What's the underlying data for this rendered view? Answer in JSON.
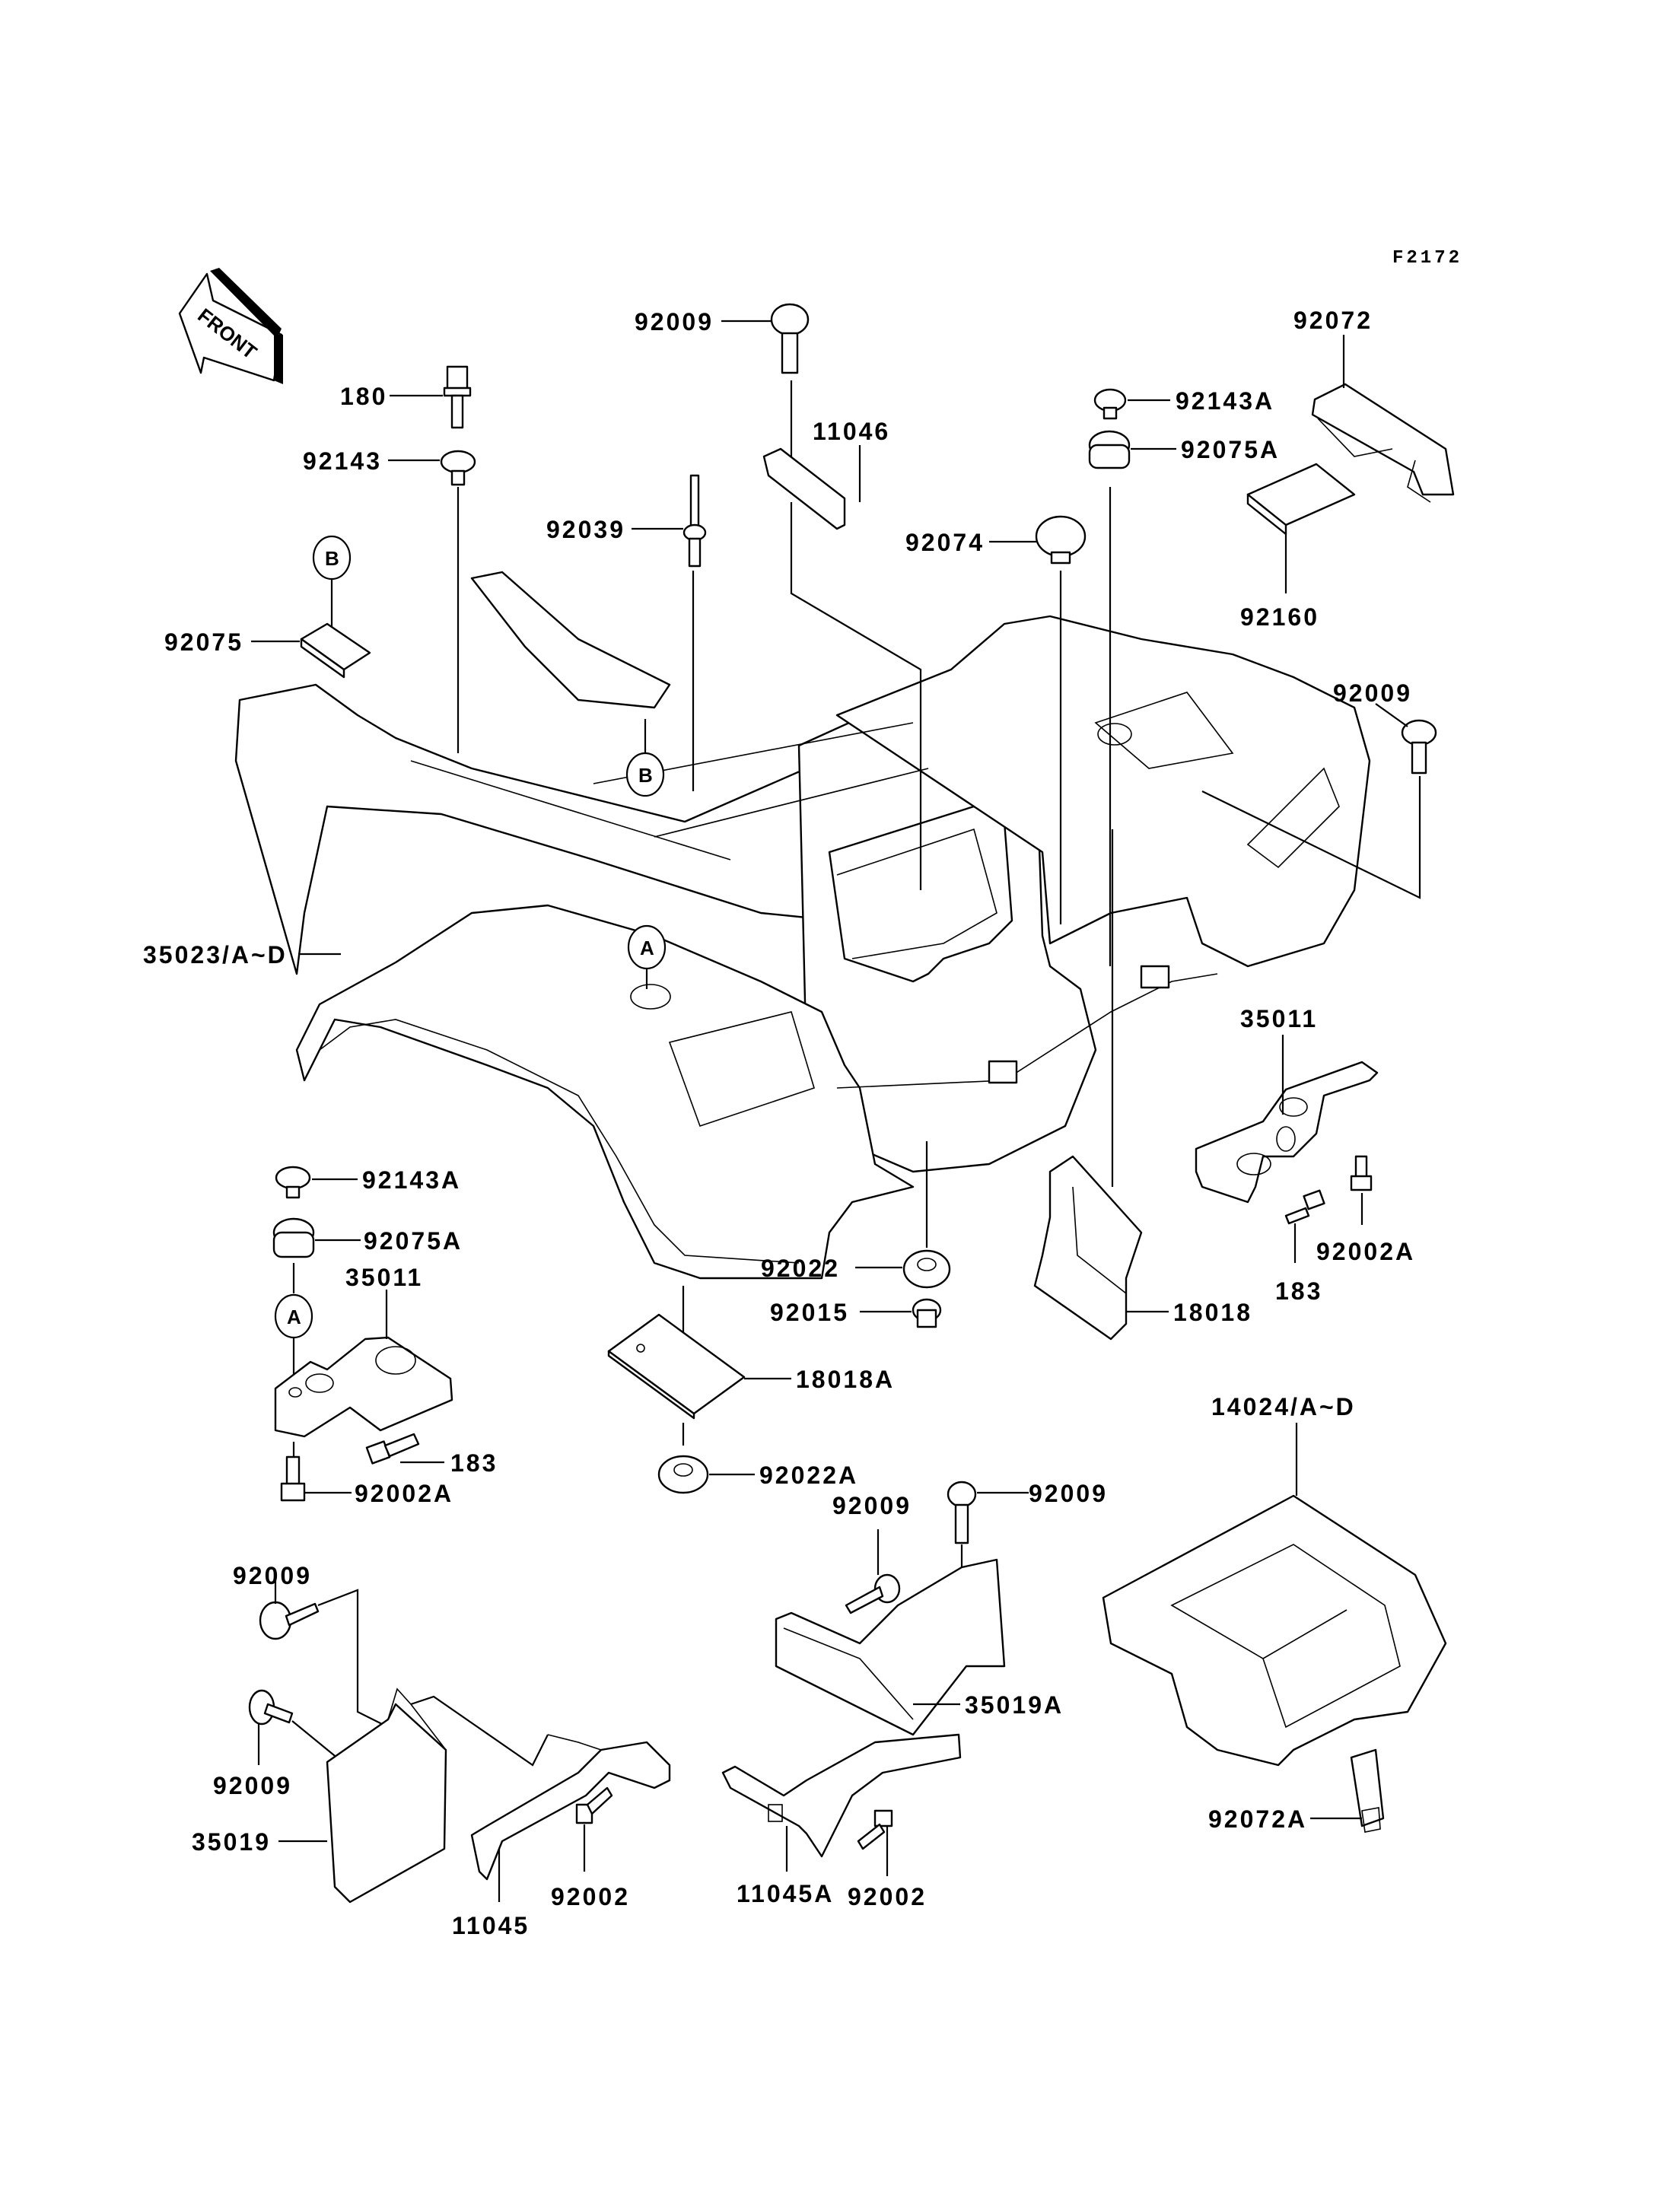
{
  "figure_id": "F2172",
  "front_arrow_label": "FRONT",
  "reference_markers": {
    "a": "A",
    "b": "B"
  },
  "callouts": {
    "p180": "180",
    "p92143": "92143",
    "p92009_top": "92009",
    "p11046": "11046",
    "p92039": "92039",
    "p92075": "92075",
    "p92143A_top": "92143A",
    "p92075A_top": "92075A",
    "p92074": "92074",
    "p92072": "92072",
    "p92160": "92160",
    "p92009_right": "92009",
    "p35023": "35023/A~D",
    "p35011_right": "35011",
    "p183_right": "183",
    "p92002A_right": "92002A",
    "p92143A_left": "92143A",
    "p92075A_left": "92075A",
    "p35011_left": "35011",
    "p183_left": "183",
    "p92002A_left": "92002A",
    "p92022": "92022",
    "p92015": "92015",
    "p18018": "18018",
    "p18018A": "18018A",
    "p92022A": "92022A",
    "p14024": "14024/A~D",
    "p92009_mid_a": "92009",
    "p92009_mid_b": "92009",
    "p35019A": "35019A",
    "p92072A": "92072A",
    "p92009_low_a": "92009",
    "p92009_low_b": "92009",
    "p35019": "35019",
    "p11045": "11045",
    "p92002_a": "92002",
    "p11045A": "11045A",
    "p92002_b": "92002"
  }
}
